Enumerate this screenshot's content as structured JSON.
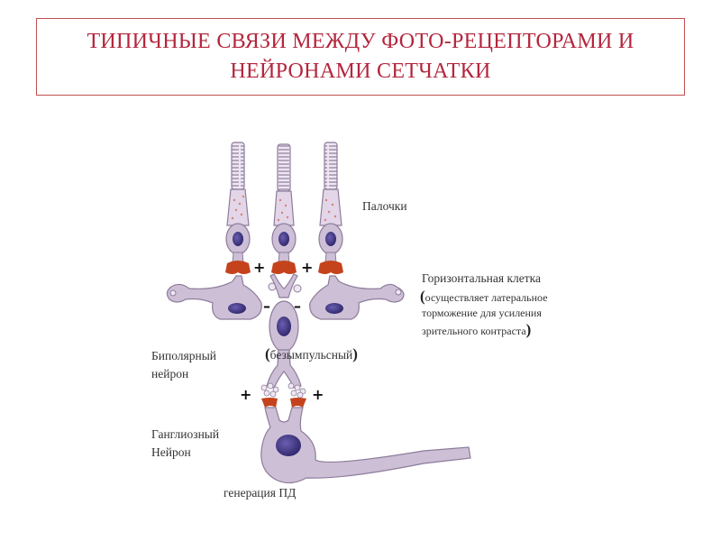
{
  "slide": {
    "title_line1": "ТИПИЧНЫЕ СВЯЗИ МЕЖДУ ФОТО-РЕЦЕПТОРАМИ И",
    "title_line2": "НЕЙРОНАМИ СЕТЧАТКИ"
  },
  "labels": {
    "rods": "Палочки",
    "horizontal_cell": "Горизонтальная клетка",
    "horizontal_note_open": "(",
    "horizontal_note_line1": "осуществляет латеральное",
    "horizontal_note_line2": "торможение для усиления",
    "horizontal_note_line3": "зрительного контраста",
    "horizontal_note_close": ")",
    "bipolar_line1": "Биполярный",
    "bipolar_line2": "нейрон",
    "non_impulse_open": "(",
    "non_impulse": "безымпульсный",
    "non_impulse_close": ")",
    "ganglion_line1": "Ганглиозный",
    "ganglion_line2": "Нейрон",
    "ap_generation": "генерация ПД"
  },
  "signs": {
    "plus": "+",
    "minus": "–"
  },
  "colors": {
    "title": "#b3263d",
    "title_border": "#c0504d",
    "cell_fill": "#cdbfd6",
    "cell_stroke": "#8d7c9b",
    "nucleus": "#4b3f8a",
    "synapse": "#c4431c"
  }
}
